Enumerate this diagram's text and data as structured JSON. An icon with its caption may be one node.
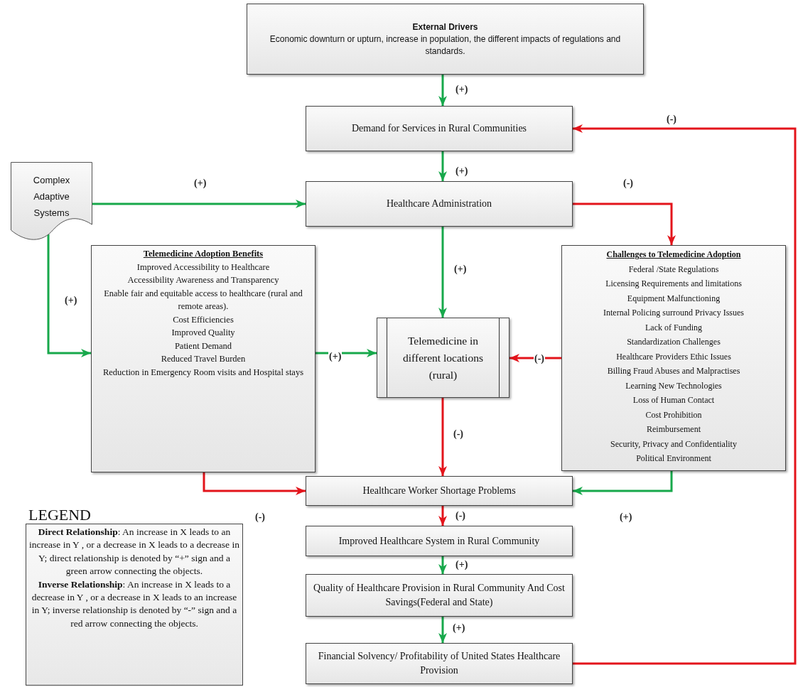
{
  "diagram": {
    "nodes": [
      {
        "text": [
          "External Drivers",
          "Economic downturn or upturn, increase in population, the different impacts of regulations and standards."
        ]
      },
      {
        "text": [
          "Demand for Services in Rural Communities"
        ]
      },
      {
        "text": [
          "Complex Adaptive Systems"
        ]
      },
      {
        "text": [
          "Healthcare Administration"
        ]
      },
      {
        "text": [
          "Telemedicine Adoption Benefits",
          "Improved Accessibility to Healthcare",
          "Accessibility Awareness and Transparency",
          "Enable fair and equitable access to healthcare (rural and remote areas).",
          "Cost Efficiencies",
          "Improved Quality",
          "Patient Demand",
          "Reduced Travel Burden",
          "Reduction in Emergency Room visits and Hospital stays"
        ]
      },
      {
        "text": [
          "Telemedicine in different locations (rural)"
        ]
      },
      {
        "text": [
          "Challenges to Telemedicine Adoption",
          "Federal /State Regulations",
          "Licensing Requirements and limitations",
          "Equipment Malfunctioning",
          "Internal Policing surround Privacy Issues",
          "Lack of Funding",
          "Standardization Challenges",
          "Healthcare Providers Ethic  Issues",
          "Billing Fraud Abuses and Malpractises",
          "Learning New Technologies",
          "Loss of Human Contact",
          "Cost Prohibition",
          "Reimbursement",
          "Security, Privacy and Confidentiality",
          "Political Environment"
        ]
      },
      {
        "text": [
          "Healthcare Worker Shortage Problems"
        ]
      },
      {
        "text": [
          "Improved Healthcare System in Rural Community"
        ]
      },
      {
        "text": [
          "Quality of Healthcare Provision in Rural Community And Cost Savings(Federal and State)"
        ]
      },
      {
        "text": [
          "Financial Solvency/ Profitability of United States Healthcare Provision"
        ]
      },
      {
        "text": [
          "LEGEND",
          "**Direct Relationship**: An increase in X leads to an increase in Y , or a decrease in X leads to a decrease in Y; direct relationship is denoted by “+” sign and a green arrow connecting the objects.",
          "**Inverse Relationship**: An increase in X leads to a decrease in Y , or a decrease in X leads to an increase in Y; inverse relationship is denoted by “-” sign and a red arrow connecting the objects."
        ]
      }
    ],
    "edges": [
      {
        "from": 0,
        "to": 1,
        "arrow": "to",
        "label": "(+)"
      },
      {
        "from": 1,
        "to": 3,
        "arrow": "to",
        "label": "(+)"
      },
      {
        "from": 2,
        "to": 3,
        "arrow": "to",
        "label": "(+)"
      },
      {
        "from": 3,
        "to": 6,
        "arrow": "to",
        "label": "(-)",
        "color": "#e3141b"
      },
      {
        "from": 3,
        "to": 5,
        "arrow": "to",
        "label": "(+)"
      },
      {
        "from": 2,
        "to": 4,
        "arrow": "to",
        "label": "(+)"
      },
      {
        "from": 4,
        "to": 5,
        "arrow": "to",
        "label": "(+)"
      },
      {
        "from": 6,
        "to": 5,
        "arrow": "to",
        "label": "(-)",
        "color": "#e3141b"
      },
      {
        "from": 5,
        "to": 7,
        "arrow": "to",
        "label": "(-)",
        "color": "#e3141b"
      },
      {
        "from": 4,
        "to": 7,
        "arrow": "to",
        "label": "(-)",
        "color": "#e3141b"
      },
      {
        "from": 6,
        "to": 7,
        "arrow": "to",
        "label": "(+)"
      },
      {
        "from": 7,
        "to": 8,
        "arrow": "to",
        "label": "(-)",
        "color": "#e3141b"
      },
      {
        "from": 8,
        "to": 9,
        "arrow": "to",
        "label": "(+)"
      },
      {
        "from": 9,
        "to": 10,
        "arrow": "to",
        "label": "(+)"
      },
      {
        "from": 10,
        "to": 1,
        "arrow": "to",
        "label": "(-)",
        "color": "#e3141b"
      }
    ]
  }
}
